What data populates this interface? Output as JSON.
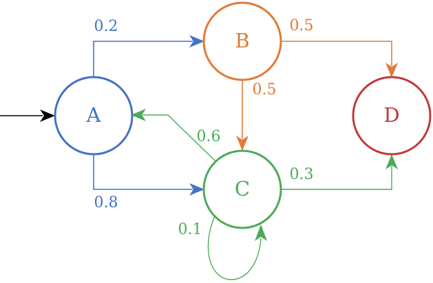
{
  "colors": {
    "blue": "#4472c4",
    "orange": "#e07b39",
    "green": "#4daa57",
    "red": "#c0393b",
    "black": "#000000"
  },
  "nodes": {
    "a": {
      "label": "A"
    },
    "b": {
      "label": "B"
    },
    "c": {
      "label": "C"
    },
    "d": {
      "label": "D"
    }
  },
  "edges": {
    "a_to_b": {
      "label": "0.2"
    },
    "a_to_c": {
      "label": "0.8"
    },
    "b_to_d": {
      "label": "0.5"
    },
    "b_to_c": {
      "label": "0.5"
    },
    "c_to_a": {
      "label": "0.6"
    },
    "c_to_d": {
      "label": "0.3"
    },
    "c_to_c": {
      "label": "0.1"
    }
  }
}
